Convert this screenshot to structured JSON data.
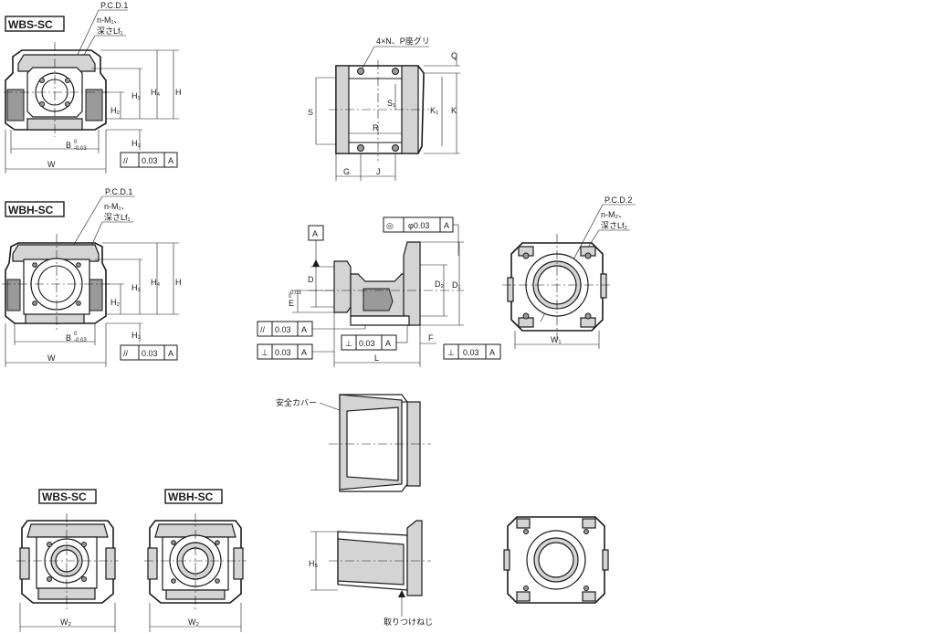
{
  "tags": {
    "wbs_sc": "WBS-SC",
    "wbh_sc": "WBH-SC"
  },
  "labels": {
    "pcd1": "P.C.D.1",
    "pcd2": "P.C.D.2",
    "nm1": "n-M₁、",
    "depth_lf1": "深さLf₁",
    "nm2": "n-M₂、",
    "depth_lf2": "深さLf₂",
    "four_n_p": "4×N、P座グリ",
    "safety_cover": "安全カバー",
    "mounting_screw": "取りつけねじ"
  },
  "dims": {
    "H": "H",
    "H1": "H₁",
    "H2": "H₂",
    "H3": "H₃",
    "H4": "H₄",
    "H5": "H₅",
    "W": "W",
    "W1": "W₁",
    "W2": "W₂",
    "B": "B",
    "B_tol": "-0.03",
    "B_tol_up": "0",
    "S": "S",
    "S1": "S₁",
    "R": "R",
    "G": "G",
    "J": "J",
    "K": "K",
    "K1": "K₁",
    "Q": "Q",
    "D": "D",
    "D1": "D₁",
    "D2": "D₂",
    "E": "E",
    "E_tol": "-0.03",
    "E_tol_up": "0",
    "F": "F",
    "L": "L"
  },
  "tolerances": {
    "parallel_sym": "//",
    "perp_sym": "⊥",
    "conc_sym": "◎",
    "value": "0.03",
    "phi_value": "φ0.03",
    "datum": "A"
  },
  "datum_label": "A"
}
